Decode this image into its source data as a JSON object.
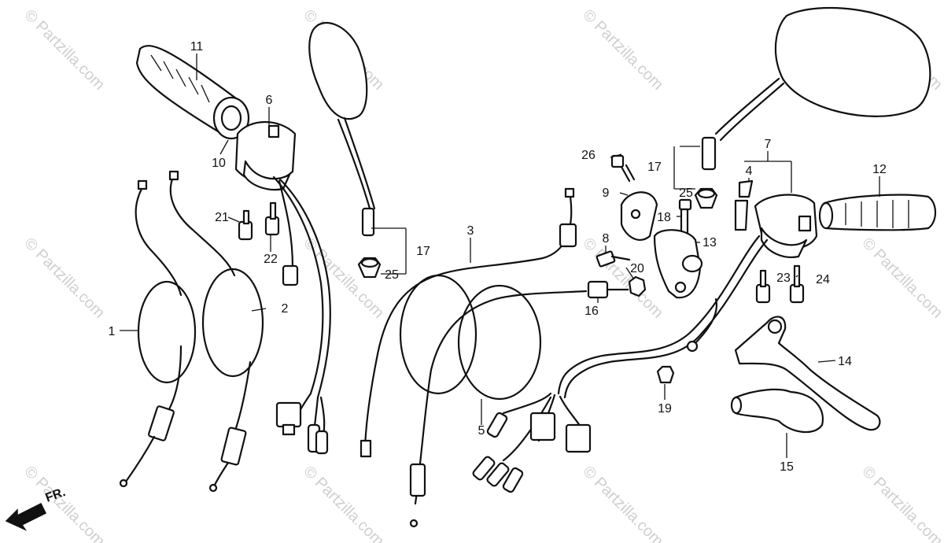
{
  "watermark": {
    "text": "© Partzilla.com"
  },
  "direction_label": "FR.",
  "callouts": {
    "c1": "1",
    "c2": "2",
    "c3": "3",
    "c4": "4",
    "c5": "5",
    "c6": "6",
    "c7": "7",
    "c8": "8",
    "c9": "9",
    "c10": "10",
    "c11": "11",
    "c12": "12",
    "c13": "13",
    "c14": "14",
    "c15": "15",
    "c16": "16",
    "c17a": "17",
    "c17b": "17",
    "c18": "18",
    "c19": "19",
    "c20": "20",
    "c21": "21",
    "c22": "22",
    "c23": "23",
    "c24": "24",
    "c25a": "25",
    "c25b": "25",
    "c26": "26"
  },
  "colors": {
    "ink": "#111111",
    "watermark": "#cfcfcf",
    "background": "#ffffff"
  }
}
